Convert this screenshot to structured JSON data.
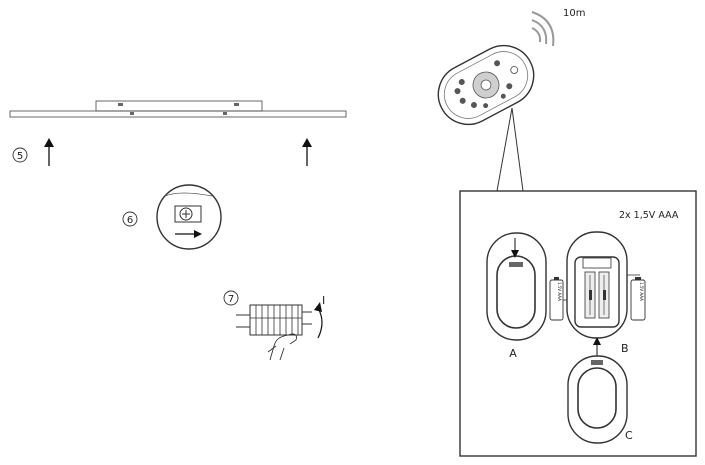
{
  "steps": {
    "step5": "5",
    "step6": "6",
    "step7": "7"
  },
  "remote": {
    "range_label": "10m"
  },
  "battery_panel": {
    "spec": "2x 1,5V AAA",
    "label_a": "A",
    "label_b": "B",
    "label_c": "C",
    "battery_text": "1.5V AAA"
  },
  "switch_mark": "I"
}
